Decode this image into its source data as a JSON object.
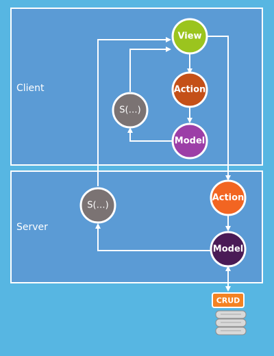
{
  "regions": {
    "client_label": "Client",
    "server_label": "Server"
  },
  "nodes": {
    "view": "View",
    "client_action": "Action",
    "client_model": "Model",
    "client_selector": "S(…)",
    "server_action": "Action",
    "server_model": "Model",
    "server_selector": "S(…)",
    "crud": "CRUD"
  },
  "colors": {
    "background": "#57b6e2",
    "panel": "#5b9bd5",
    "panel_border": "#ffffff",
    "view": "#9bc41e",
    "client_action": "#c45018",
    "client_model": "#9c3ea7",
    "selector": "#7b7373",
    "server_action": "#f26522",
    "server_model": "#4a1b56",
    "crud": "#f48222",
    "database": "#d9d9d9",
    "lines": "#ffffff"
  },
  "icons": {
    "database": "database-icon"
  }
}
